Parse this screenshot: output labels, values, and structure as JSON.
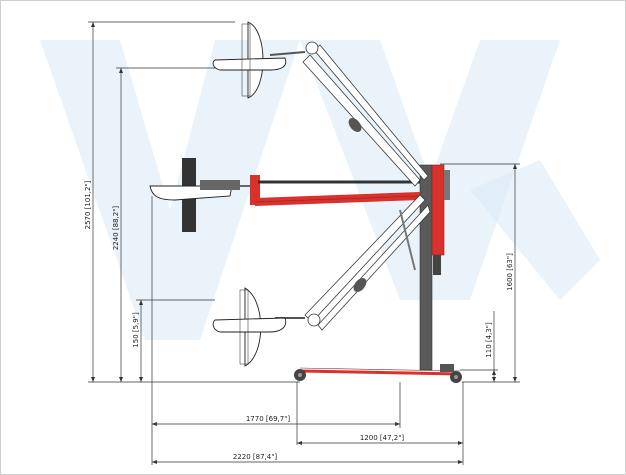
{
  "dimensions": {
    "total_height": "2570 [101,2\"]",
    "seat_high_height": "2240 [88,2\"]",
    "seat_low_height": "150 [5,9\"]",
    "column_height": "1600 [63\"]",
    "base_height": "110 [4,3\"]",
    "reach_mid": "1770 [69,7\"]",
    "base_length": "1200 [47,2\"]",
    "total_width": "2220 [87,4\"]"
  },
  "colors": {
    "accent": "#d9312b",
    "column": "#555555",
    "arm_outline": "#3a3a3a",
    "dim_line": "#333333",
    "watermark": "#cfe3f1"
  }
}
